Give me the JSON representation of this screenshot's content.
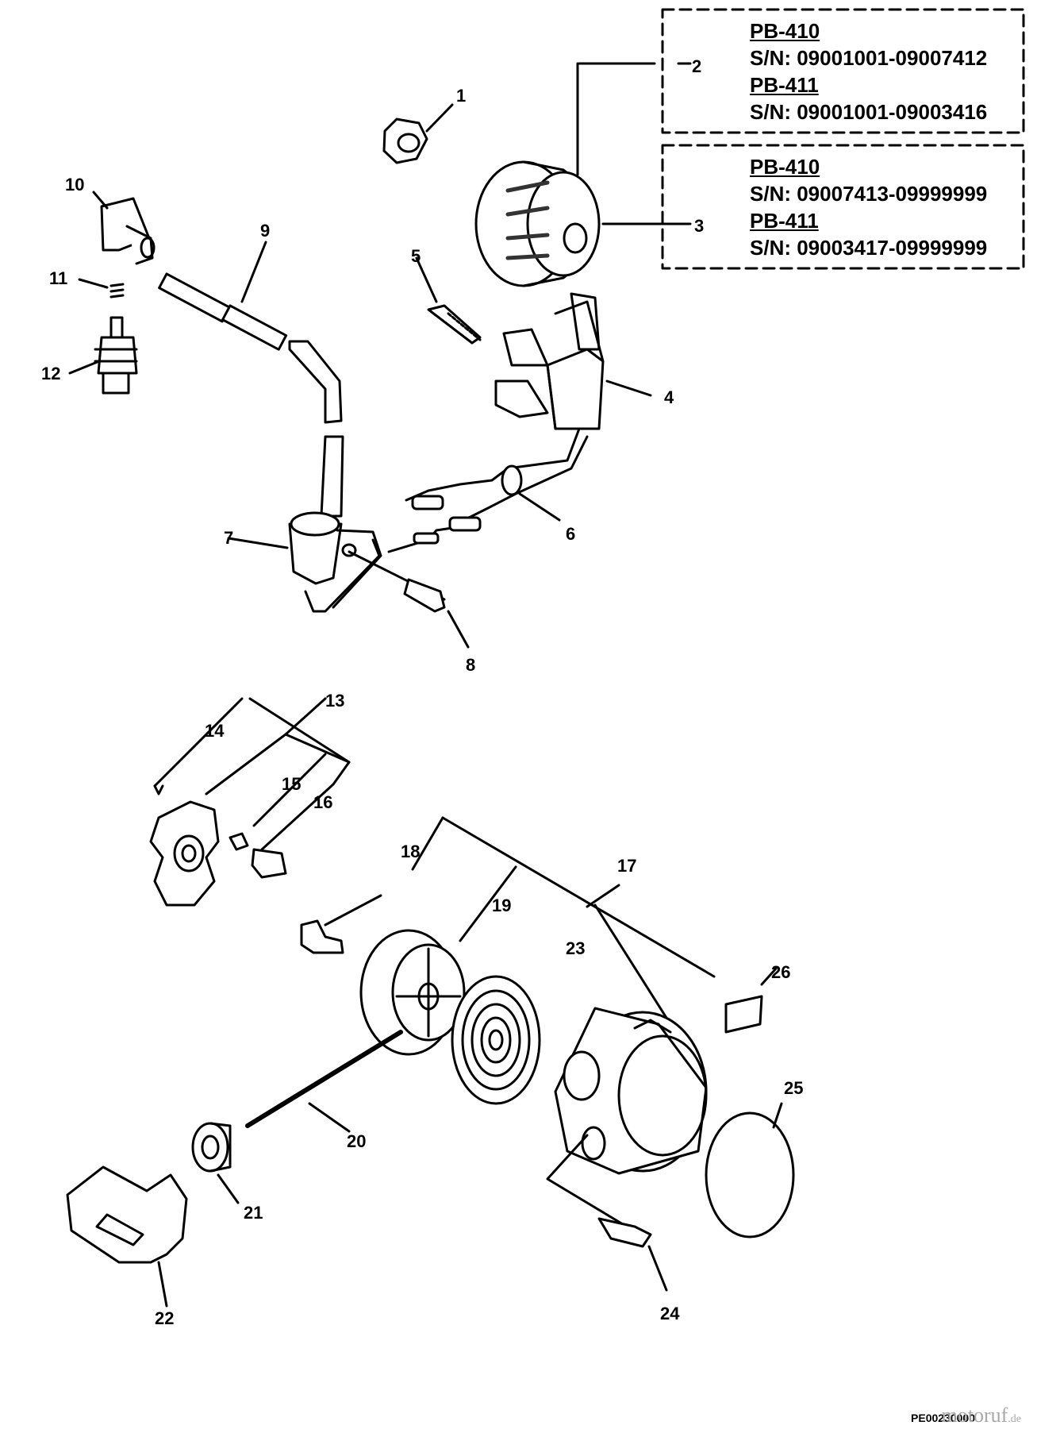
{
  "serial_boxes": [
    {
      "model_a": "PB-410",
      "serial_a": "S/N: 09001001-09007412",
      "model_b": "PB-411",
      "serial_b": "S/N: 09001001-09003416"
    },
    {
      "model_a": "PB-410",
      "serial_a": "S/N: 09007413-09999999",
      "model_b": "PB-411",
      "serial_b": "S/N: 09003417-09999999"
    }
  ],
  "callouts": [
    "1",
    "2",
    "3",
    "4",
    "5",
    "6",
    "7",
    "8",
    "9",
    "10",
    "11",
    "12",
    "13",
    "14",
    "15",
    "16",
    "17",
    "18",
    "19",
    "20",
    "21",
    "22",
    "23",
    "24",
    "25",
    "26"
  ],
  "footer": {
    "drawing_code": "PE00230000",
    "watermark_brand": "motoruf",
    "watermark_tld": ".de"
  }
}
